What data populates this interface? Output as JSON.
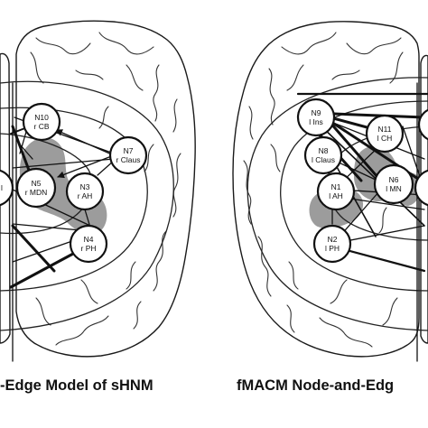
{
  "left_panel": {
    "caption": "-Edge Model of sHNM",
    "nodes": [
      {
        "id": "N10",
        "label": "r CB"
      },
      {
        "id": "N7",
        "label": "r Claus"
      },
      {
        "id": "N5",
        "label": "r MDN"
      },
      {
        "id": "N3",
        "label": "r AH"
      },
      {
        "id": "N4",
        "label": "r PH"
      }
    ],
    "partial_label": "l"
  },
  "right_panel": {
    "caption": "fMACM Node-and-Edg",
    "nodes": [
      {
        "id": "N9",
        "label": "l Ins"
      },
      {
        "id": "N11",
        "label": "l CH"
      },
      {
        "id": "N8",
        "label": "l Claus"
      },
      {
        "id": "N6",
        "label": "l MN"
      },
      {
        "id": "N1",
        "label": "l AH"
      },
      {
        "id": "N2",
        "label": "l PH"
      }
    ]
  },
  "colors": {
    "ink": "#111111",
    "region_fill": "#9c9c9c",
    "background": "#ffffff"
  }
}
